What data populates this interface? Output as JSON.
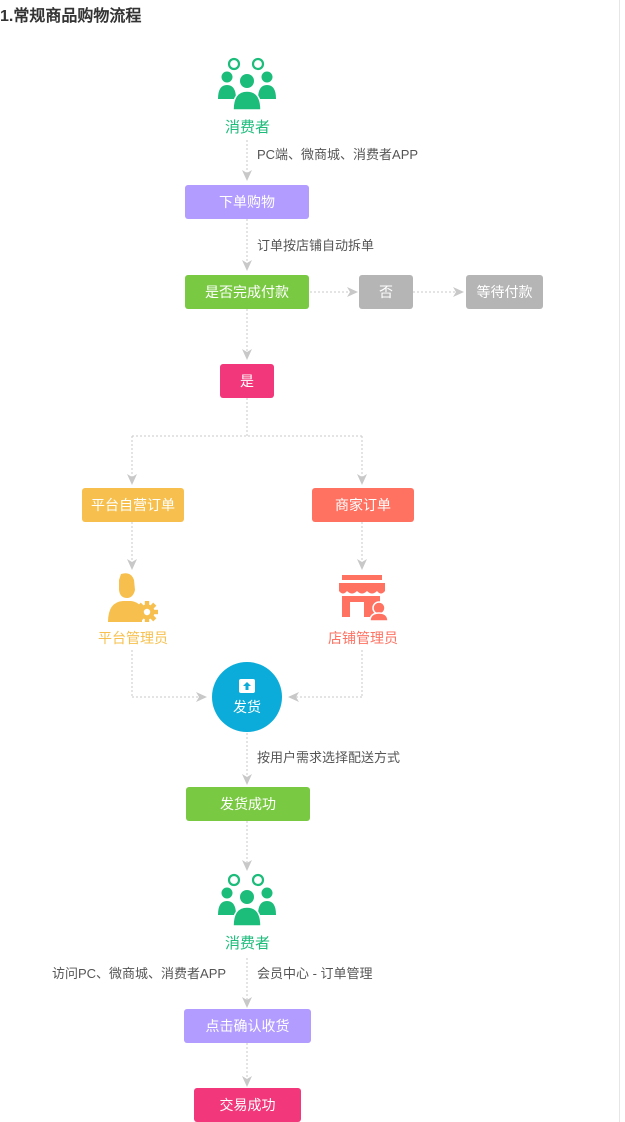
{
  "title": "1.常规商品购物流程",
  "colors": {
    "green": "#1cbc7b",
    "purple": "#b29cff",
    "lime": "#7ac943",
    "gray": "#b5b5b5",
    "pink": "#f2387a",
    "yellow": "#f7c04e",
    "orange": "#ff7262",
    "blue": "#0bacd9",
    "line": "#c8c8c8"
  },
  "nodes": {
    "consumer_top": "消费者",
    "note_channels": "PC端、微商城、消费者APP",
    "place_order": "下单购物",
    "note_split": "订单按店铺自动拆单",
    "paid_check": "是否完成付款",
    "no": "否",
    "wait_pay": "等待付款",
    "yes": "是",
    "platform_order": "平台自营订单",
    "merchant_order": "商家订单",
    "platform_admin": "平台管理员",
    "store_admin": "店铺管理员",
    "ship": "发货",
    "note_delivery": "按用户需求选择配送方式",
    "ship_success": "发货成功",
    "consumer_bottom": "消费者",
    "note_visit": "访问PC、微商城、消费者APP",
    "note_member": "会员中心 - 订单管理",
    "confirm_receipt": "点击确认收货",
    "deal_done": "交易成功"
  },
  "icons": {
    "consumer": "people-group-icon",
    "platform_admin": "admin-gear-icon",
    "store_admin": "storefront-icon",
    "ship": "box-upload-icon"
  }
}
